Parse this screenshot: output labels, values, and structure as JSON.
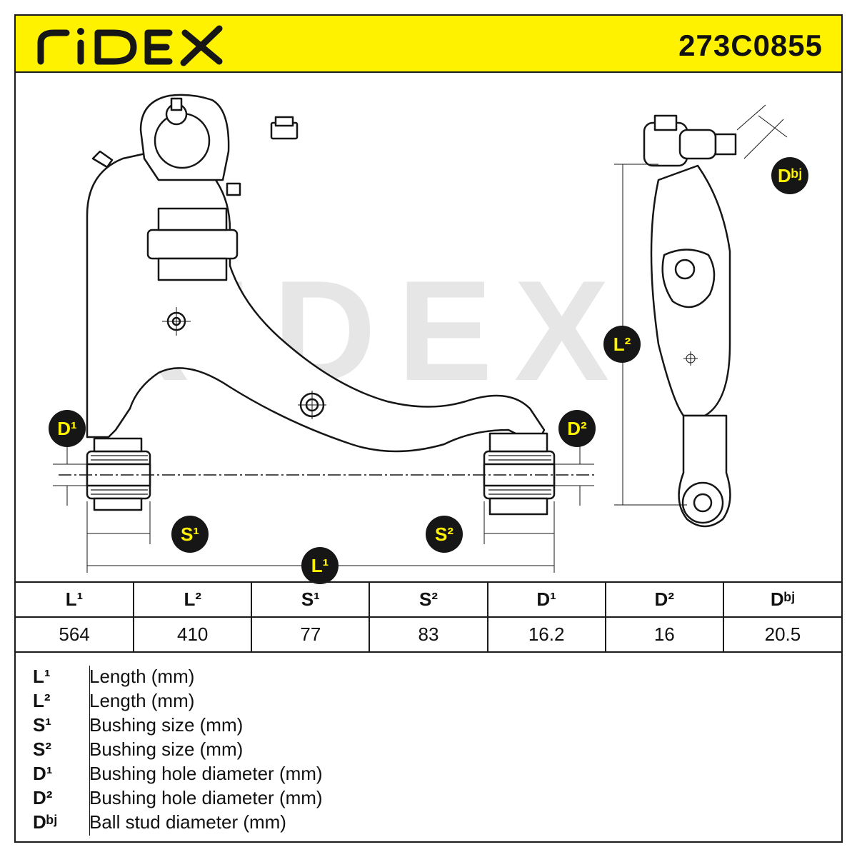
{
  "header": {
    "brand": "RIDEX",
    "part_number": "273C0855",
    "brand_color": "#fff200"
  },
  "watermark": "RIDEX",
  "badges": {
    "d1": "D¹",
    "d2": "D²",
    "dbj": "Dᵇʲ",
    "s1": "S¹",
    "s2": "S²",
    "l1": "L¹",
    "l2": "L²"
  },
  "spec_table": {
    "headers": [
      "L¹",
      "L²",
      "S¹",
      "S²",
      "D¹",
      "D²",
      "Dᵇʲ"
    ],
    "values": [
      "564",
      "410",
      "77",
      "83",
      "16.2",
      "16",
      "20.5"
    ]
  },
  "legend": [
    {
      "symbol": "L¹",
      "description": "Length (mm)"
    },
    {
      "symbol": "L²",
      "description": "Length (mm)"
    },
    {
      "symbol": "S¹",
      "description": "Bushing size (mm)"
    },
    {
      "symbol": "S²",
      "description": "Bushing size (mm)"
    },
    {
      "symbol": "D¹",
      "description": "Bushing hole diameter (mm)"
    },
    {
      "symbol": "D²",
      "description": "Bushing hole diameter (mm)"
    },
    {
      "symbol": "Dᵇʲ",
      "description": "Ball stud diameter (mm)"
    }
  ]
}
